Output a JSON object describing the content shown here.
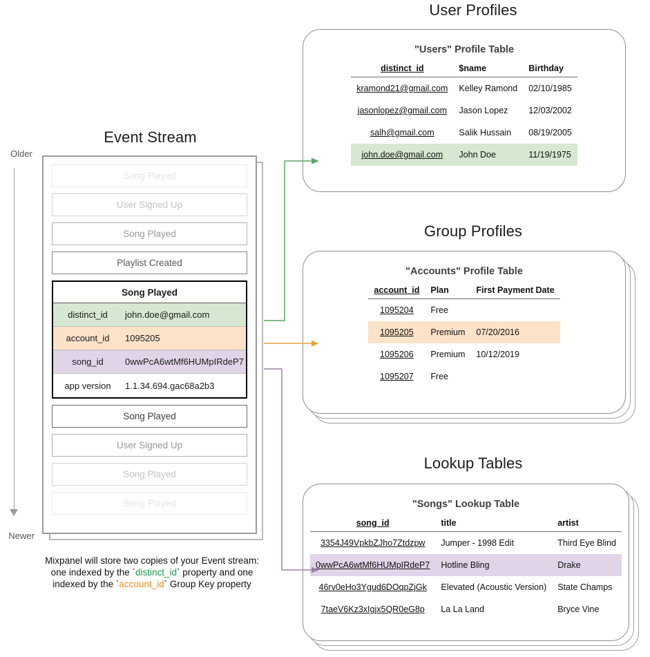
{
  "sections": {
    "user_profiles": "User Profiles",
    "group_profiles": "Group Profiles",
    "lookup_tables": "Lookup Tables",
    "event_stream": "Event Stream"
  },
  "time_axis": {
    "older_label": "Older",
    "newer_label": "Newer"
  },
  "event_stream": {
    "items_above": [
      {
        "label": "Song Played",
        "fade": "fade-05"
      },
      {
        "label": "User Signed Up",
        "fade": "fade-20"
      },
      {
        "label": "Song Played",
        "fade": "fade-45"
      },
      {
        "label": "Playlist Created",
        "fade": "fade-75"
      }
    ],
    "items_below": [
      {
        "label": "Song Played",
        "fade": "fade-100"
      },
      {
        "label": "User Signed Up",
        "fade": "fade-45"
      },
      {
        "label": "Song Played",
        "fade": "fade-20"
      },
      {
        "label": "Song Played",
        "fade": "fade-05"
      }
    ],
    "selected_event": {
      "name": "Song Played",
      "properties": [
        {
          "key": "distinct_id",
          "value": "john.doe@gmail.com",
          "highlight": "row-green"
        },
        {
          "key": "account_id",
          "value": "1095205",
          "highlight": "row-orange"
        },
        {
          "key": "song_id",
          "value": "0wwPcA6wtMf6HUMpIRdeP7",
          "highlight": "row-purple"
        },
        {
          "key": "app version",
          "value": "1.1.34.694.gac68a2b3",
          "highlight": "row-plain"
        }
      ]
    }
  },
  "caption": {
    "line1": "Mixpanel will store two copies of your Event stream:",
    "line2_pre": "one indexed by the `",
    "line2_token": "distinct_id",
    "line2_post": "` property and one",
    "line3_pre": "indexed by the `",
    "line3_token": "account_id",
    "line3_post": "` Group Key property"
  },
  "users_table": {
    "title": "\"Users\" Profile Table",
    "columns": [
      "distinct_id",
      "$name",
      "Birthday"
    ],
    "rows": [
      {
        "cells": [
          "kramond21@gmail.com",
          "Kelley Ramond",
          "02/10/1985"
        ],
        "highlight": ""
      },
      {
        "cells": [
          "jasonlopez@gmail.com",
          "Jason Lopez",
          "12/03/2002"
        ],
        "highlight": ""
      },
      {
        "cells": [
          "salh@gmail.com",
          "Salik Hussain",
          "08/19/2005"
        ],
        "highlight": ""
      },
      {
        "cells": [
          "john.doe@gmail.com",
          "John Doe",
          "11/19/1975"
        ],
        "highlight": "hl-green"
      }
    ]
  },
  "accounts_table": {
    "title": "\"Accounts\" Profile Table",
    "columns": [
      "account_id",
      "Plan",
      "First Payment Date"
    ],
    "rows": [
      {
        "cells": [
          "1095204",
          "Free",
          ""
        ],
        "highlight": ""
      },
      {
        "cells": [
          "1095205",
          "Premium",
          "07/20/2016"
        ],
        "highlight": "hl-orange"
      },
      {
        "cells": [
          "1095206",
          "Premium",
          "10/12/2019"
        ],
        "highlight": ""
      },
      {
        "cells": [
          "1095207",
          "Free",
          ""
        ],
        "highlight": ""
      }
    ]
  },
  "songs_table": {
    "title": "\"Songs\" Lookup Table",
    "columns": [
      "song_id",
      "title",
      "artist"
    ],
    "rows": [
      {
        "cells": [
          "3354J49VpkbZJho7Ztdzpw",
          "Jumper - 1998 Edit",
          "Third Eye Blind"
        ],
        "highlight": ""
      },
      {
        "cells": [
          "0wwPcA6wtMf6HUMpIRdeP7",
          "Hotline Bling",
          "Drake"
        ],
        "highlight": "hl-purple"
      },
      {
        "cells": [
          "46rv0eHo3Ygud6DOqpZjGk",
          "Elevated (Acoustic Version)",
          "State Champs"
        ],
        "highlight": ""
      },
      {
        "cells": [
          "7taeV6Kz3xIgjx5QR0eG8p",
          "La La Land",
          "Bryce Vine"
        ],
        "highlight": ""
      }
    ]
  },
  "colors": {
    "green": "#d6e8d2",
    "orange": "#fce2c8",
    "purple": "#e1d4e8",
    "arrow_green": "#5aa463",
    "arrow_orange": "#e8a23c",
    "arrow_purple": "#9b83a5",
    "axis_gray": "#9a9a9a"
  }
}
